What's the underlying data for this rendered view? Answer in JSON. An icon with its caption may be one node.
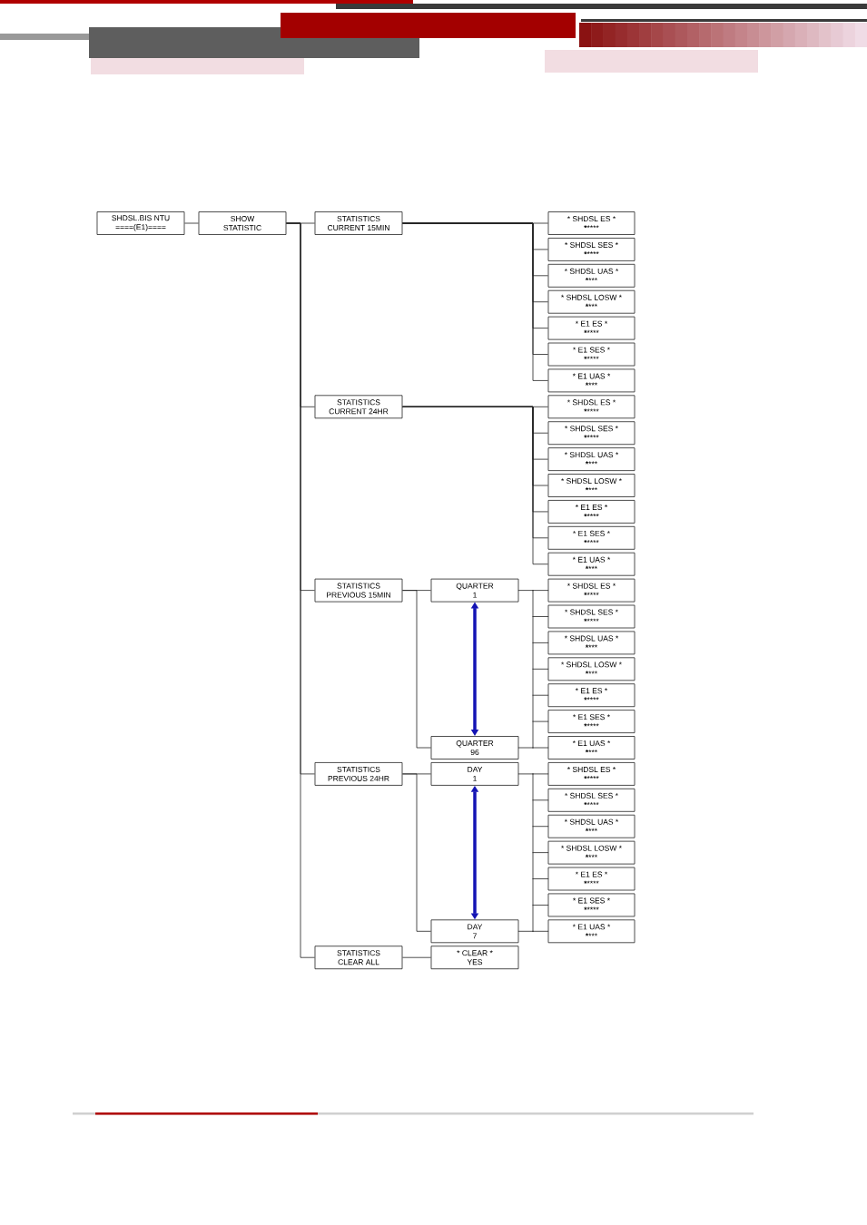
{
  "diagram": {
    "nodes": [
      {
        "text": [
          "SHDSL.BIS NTU",
          "====(E1)===="
        ]
      },
      {
        "text": [
          "SHOW",
          "STATISTIC"
        ]
      },
      {
        "text": [
          "STATISTICS",
          "CURRENT 15MIN"
        ]
      },
      {
        "text": [
          "* SHDSL ES *",
          "*********"
        ]
      },
      {
        "text": [
          "* SHDSL SES *",
          "*********"
        ]
      },
      {
        "text": [
          "* SHDSL UAS *",
          "********"
        ]
      },
      {
        "text": [
          "* SHDSL LOSW *",
          "********"
        ]
      },
      {
        "text": [
          "* E1 ES *",
          "*********"
        ]
      },
      {
        "text": [
          "* E1 SES *",
          "*********"
        ]
      },
      {
        "text": [
          "* E1 UAS *",
          "********"
        ]
      },
      {
        "text": [
          "STATISTICS",
          "CURRENT 24HR"
        ]
      },
      {
        "text": [
          "* SHDSL ES *",
          "*********"
        ]
      },
      {
        "text": [
          "* SHDSL SES *",
          "*********"
        ]
      },
      {
        "text": [
          "* SHDSL UAS *",
          "********"
        ]
      },
      {
        "text": [
          "* SHDSL LOSW *",
          "********"
        ]
      },
      {
        "text": [
          "* E1 ES *",
          "*********"
        ]
      },
      {
        "text": [
          "* E1 SES *",
          "*********"
        ]
      },
      {
        "text": [
          "* E1 UAS *",
          "********"
        ]
      },
      {
        "text": [
          "STATISTICS",
          "PREVIOUS 15MIN"
        ]
      },
      {
        "text": [
          "QUARTER",
          "1"
        ]
      },
      {
        "text": [
          "* SHDSL ES *",
          "*********"
        ]
      },
      {
        "text": [
          "* SHDSL SES *",
          "*********"
        ]
      },
      {
        "text": [
          "* SHDSL UAS *",
          "********"
        ]
      },
      {
        "text": [
          "* SHDSL LOSW *",
          "********"
        ]
      },
      {
        "text": [
          "* E1 ES *",
          "*********"
        ]
      },
      {
        "text": [
          "* E1 SES *",
          "*********"
        ]
      },
      {
        "text": [
          "* E1 UAS *",
          "********"
        ]
      },
      {
        "text": [
          "QUARTER",
          "96"
        ]
      },
      {
        "text": [
          "STATISTICS",
          "PREVIOUS 24HR"
        ]
      },
      {
        "text": [
          "DAY",
          "1"
        ]
      },
      {
        "text": [
          "* SHDSL ES *",
          "*********"
        ]
      },
      {
        "text": [
          "* SHDSL SES *",
          "*********"
        ]
      },
      {
        "text": [
          "* SHDSL UAS *",
          "********"
        ]
      },
      {
        "text": [
          "* SHDSL LOSW *",
          "********"
        ]
      },
      {
        "text": [
          "* E1 ES *",
          "*********"
        ]
      },
      {
        "text": [
          "* E1 SES *",
          "*********"
        ]
      },
      {
        "text": [
          "* E1 UAS *",
          "********"
        ]
      },
      {
        "text": [
          "DAY",
          "7"
        ]
      },
      {
        "text": [
          "STATISTICS",
          "CLEAR ALL"
        ]
      },
      {
        "text": [
          "* CLEAR *",
          "YES"
        ]
      }
    ],
    "edges": [
      {
        "from": 0,
        "to": 1,
        "arrow": "none"
      },
      {
        "from": 1,
        "to": 2,
        "arrow": "none"
      },
      {
        "from": 1,
        "to": 10,
        "arrow": "none"
      },
      {
        "from": 1,
        "to": 18,
        "arrow": "none"
      },
      {
        "from": 1,
        "to": 28,
        "arrow": "none"
      },
      {
        "from": 1,
        "to": 38,
        "arrow": "none"
      },
      {
        "from": 2,
        "to": 3,
        "arrow": "none"
      },
      {
        "from": 2,
        "to": 4,
        "arrow": "none"
      },
      {
        "from": 2,
        "to": 5,
        "arrow": "none"
      },
      {
        "from": 2,
        "to": 6,
        "arrow": "none"
      },
      {
        "from": 2,
        "to": 7,
        "arrow": "none"
      },
      {
        "from": 2,
        "to": 8,
        "arrow": "none"
      },
      {
        "from": 2,
        "to": 9,
        "arrow": "none"
      },
      {
        "from": 10,
        "to": 11,
        "arrow": "none"
      },
      {
        "from": 10,
        "to": 12,
        "arrow": "none"
      },
      {
        "from": 10,
        "to": 13,
        "arrow": "none"
      },
      {
        "from": 10,
        "to": 14,
        "arrow": "none"
      },
      {
        "from": 10,
        "to": 15,
        "arrow": "none"
      },
      {
        "from": 10,
        "to": 16,
        "arrow": "none"
      },
      {
        "from": 10,
        "to": 17,
        "arrow": "none"
      },
      {
        "from": 18,
        "to": 19,
        "arrow": "none"
      },
      {
        "from": 18,
        "to": 27,
        "arrow": "none"
      },
      {
        "from": 19,
        "to": 20,
        "arrow": "none"
      },
      {
        "from": 19,
        "to": 21,
        "arrow": "none"
      },
      {
        "from": 19,
        "to": 22,
        "arrow": "none"
      },
      {
        "from": 19,
        "to": 23,
        "arrow": "none"
      },
      {
        "from": 19,
        "to": 24,
        "arrow": "none"
      },
      {
        "from": 19,
        "to": 25,
        "arrow": "none"
      },
      {
        "from": 19,
        "to": 26,
        "arrow": "none"
      },
      {
        "from": 27,
        "to": 20,
        "arrow": "none"
      },
      {
        "from": 27,
        "to": 21,
        "arrow": "none"
      },
      {
        "from": 27,
        "to": 22,
        "arrow": "none"
      },
      {
        "from": 27,
        "to": 23,
        "arrow": "none"
      },
      {
        "from": 27,
        "to": 24,
        "arrow": "none"
      },
      {
        "from": 27,
        "to": 25,
        "arrow": "none"
      },
      {
        "from": 27,
        "to": 26,
        "arrow": "none"
      },
      {
        "from": 19,
        "to": 27,
        "arrow": "both",
        "style": "thick",
        "color": "#1414b4"
      },
      {
        "from": 28,
        "to": 29,
        "arrow": "none"
      },
      {
        "from": 28,
        "to": 37,
        "arrow": "none"
      },
      {
        "from": 29,
        "to": 30,
        "arrow": "none"
      },
      {
        "from": 29,
        "to": 31,
        "arrow": "none"
      },
      {
        "from": 29,
        "to": 32,
        "arrow": "none"
      },
      {
        "from": 29,
        "to": 33,
        "arrow": "none"
      },
      {
        "from": 29,
        "to": 34,
        "arrow": "none"
      },
      {
        "from": 29,
        "to": 35,
        "arrow": "none"
      },
      {
        "from": 29,
        "to": 36,
        "arrow": "none"
      },
      {
        "from": 37,
        "to": 30,
        "arrow": "none"
      },
      {
        "from": 37,
        "to": 31,
        "arrow": "none"
      },
      {
        "from": 37,
        "to": 32,
        "arrow": "none"
      },
      {
        "from": 37,
        "to": 33,
        "arrow": "none"
      },
      {
        "from": 37,
        "to": 34,
        "arrow": "none"
      },
      {
        "from": 37,
        "to": 35,
        "arrow": "none"
      },
      {
        "from": 37,
        "to": 36,
        "arrow": "none"
      },
      {
        "from": 29,
        "to": 37,
        "arrow": "both",
        "style": "thick",
        "color": "#1414b4"
      },
      {
        "from": 38,
        "to": 39,
        "arrow": "none"
      }
    ]
  }
}
